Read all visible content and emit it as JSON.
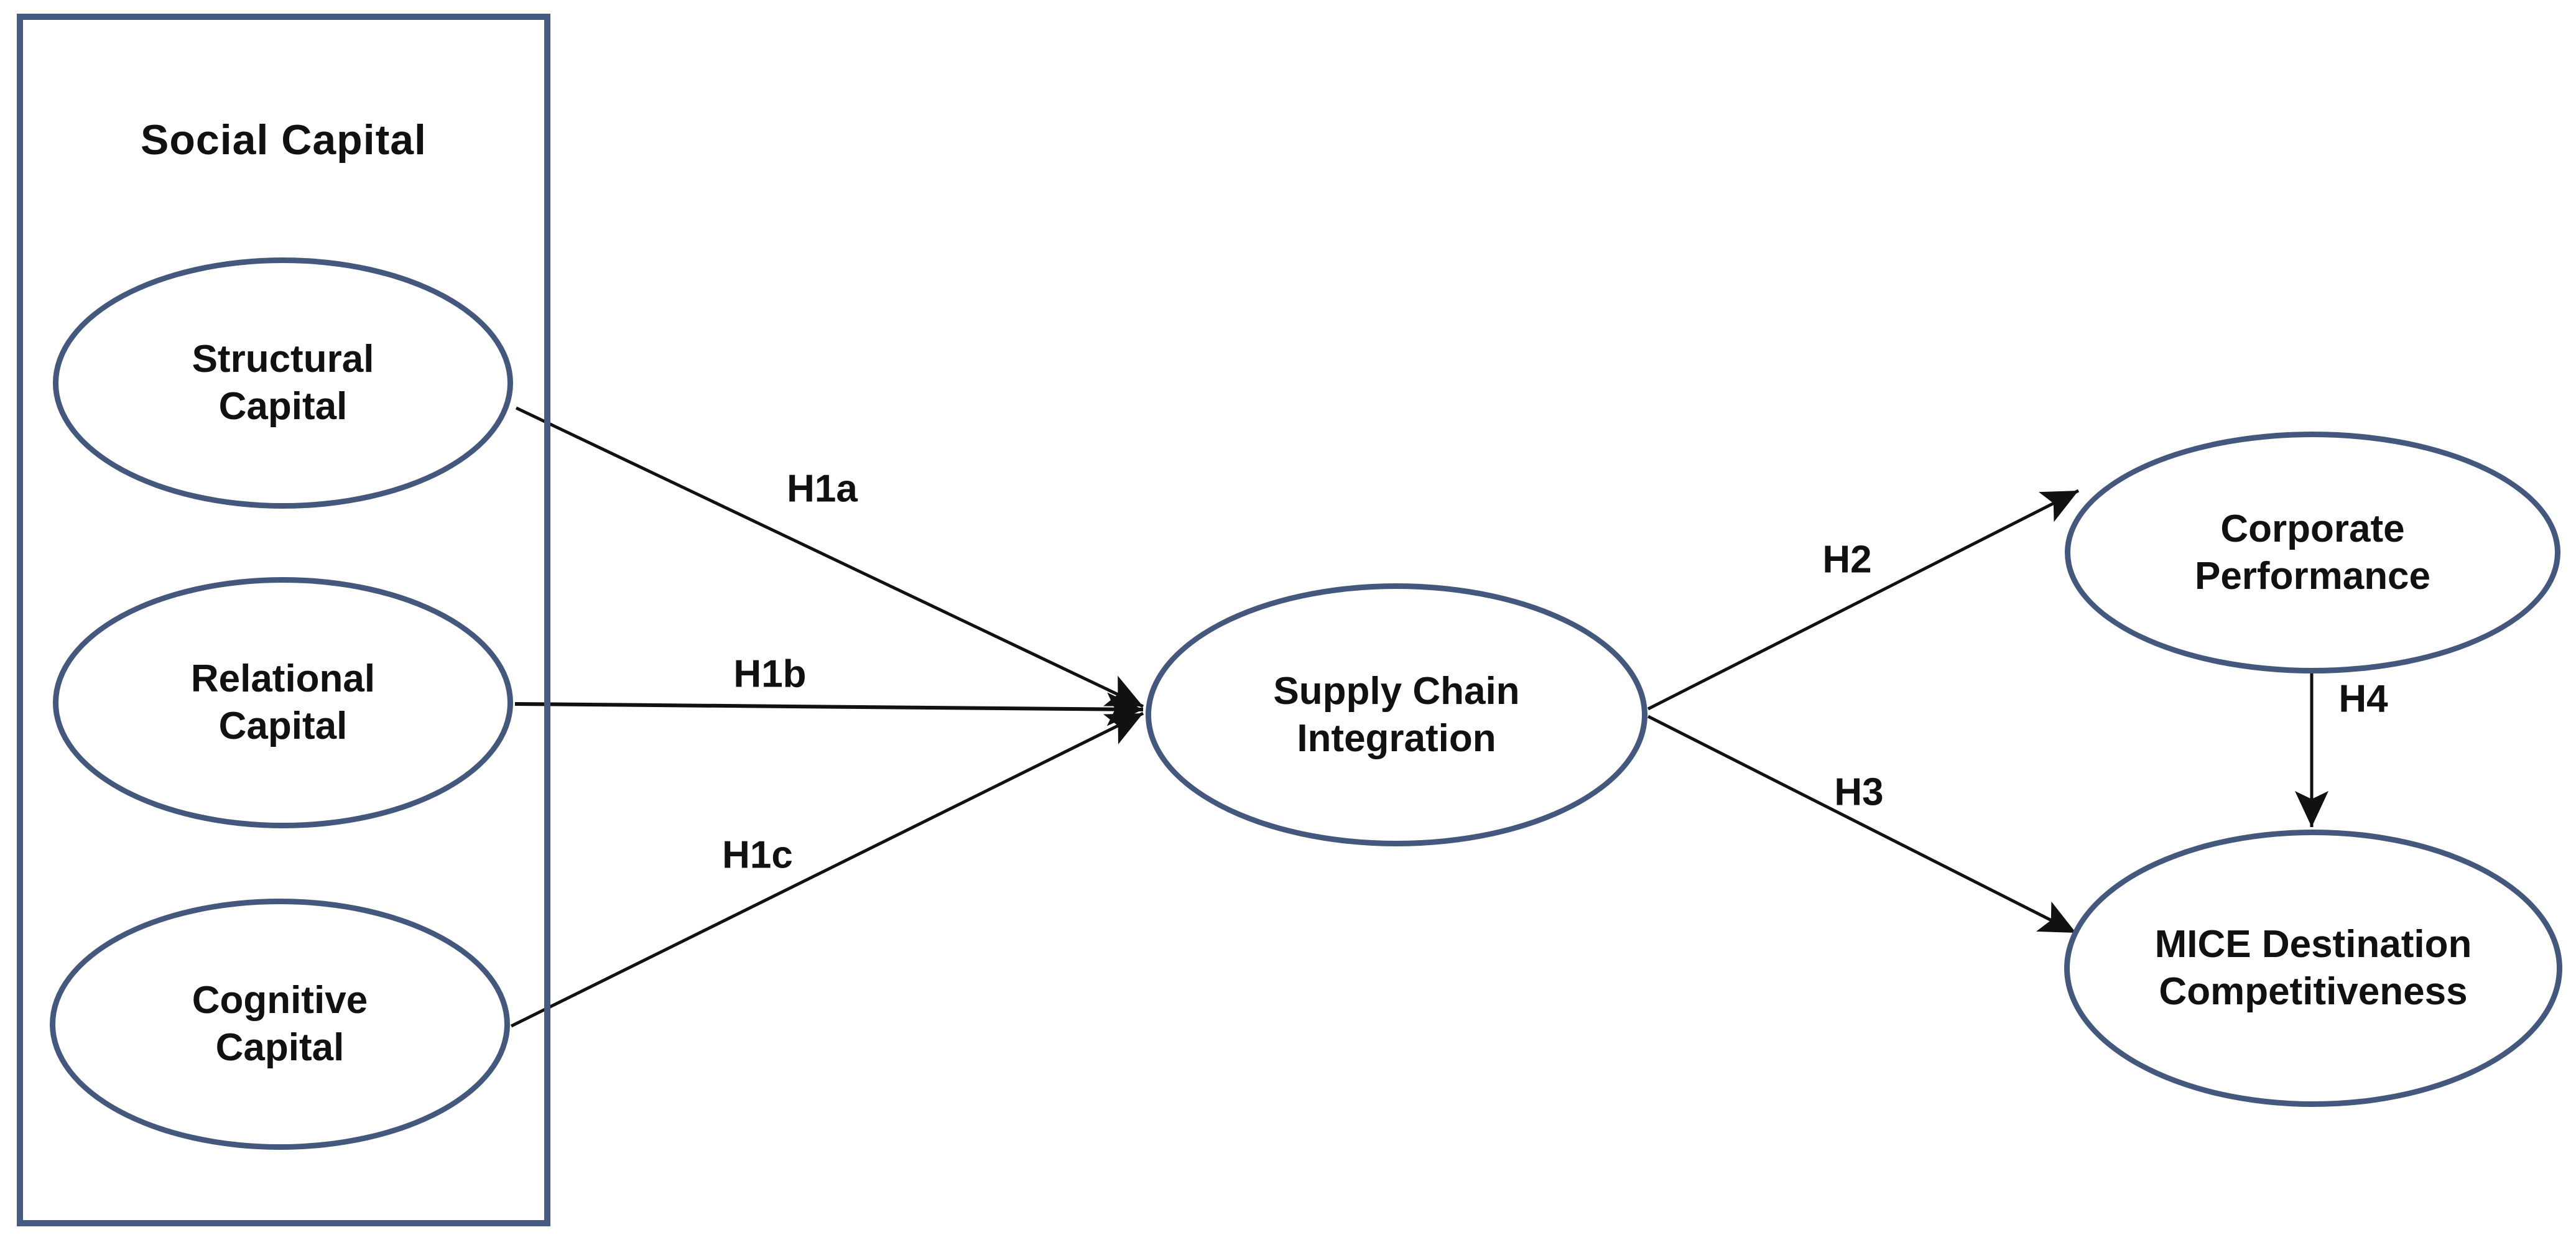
{
  "group": {
    "title": "Social Capital"
  },
  "nodes": [
    {
      "id": "structural-capital",
      "label": "Structural Capital",
      "lines": [
        "Structural",
        "Capital"
      ]
    },
    {
      "id": "relational-capital",
      "label": "Relational Capital",
      "lines": [
        "Relational",
        "Capital"
      ]
    },
    {
      "id": "cognitive-capital",
      "label": "Cognitive Capital",
      "lines": [
        "Cognitive",
        "Capital"
      ]
    },
    {
      "id": "supply-chain-integration",
      "label": "Supply Chain Integration",
      "lines": [
        "Supply Chain",
        "Integration"
      ]
    },
    {
      "id": "corporate-performance",
      "label": "Corporate Performance",
      "lines": [
        "Corporate",
        "Performance"
      ]
    },
    {
      "id": "mice-destination-competitiveness",
      "label": "MICE Destination Competitiveness",
      "lines": [
        "MICE Destination",
        "Competitiveness"
      ]
    }
  ],
  "edges": [
    {
      "id": "h1a",
      "label": "H1a",
      "from": "structural-capital",
      "to": "supply-chain-integration"
    },
    {
      "id": "h1b",
      "label": "H1b",
      "from": "relational-capital",
      "to": "supply-chain-integration"
    },
    {
      "id": "h1c",
      "label": "H1c",
      "from": "cognitive-capital",
      "to": "supply-chain-integration"
    },
    {
      "id": "h2",
      "label": "H2",
      "from": "supply-chain-integration",
      "to": "corporate-performance"
    },
    {
      "id": "h3",
      "label": "H3",
      "from": "supply-chain-integration",
      "to": "mice-destination-competitiveness"
    },
    {
      "id": "h4",
      "label": "H4",
      "from": "corporate-performance",
      "to": "mice-destination-competitiveness"
    }
  ],
  "colors": {
    "background": "#ffffff",
    "node_border": "#44587e",
    "group_border": "#475a84",
    "arrow": "#111111",
    "text": "#111111"
  }
}
